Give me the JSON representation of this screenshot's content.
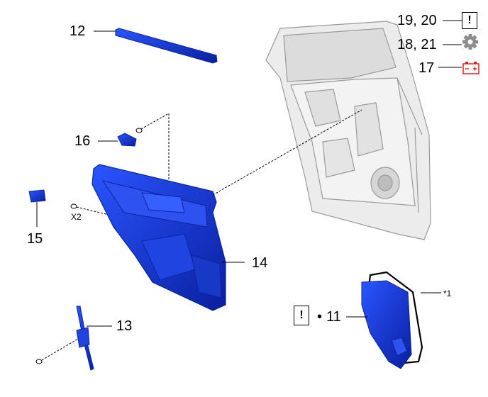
{
  "labels": {
    "l12": "12",
    "l16": "16",
    "l15": "15",
    "l14": "14",
    "l13": "13",
    "l11": "11",
    "bullet": "•",
    "x2": "X2",
    "star1": "*1",
    "l19_20": "19, 20",
    "l18_21": "18, 21",
    "l17": "17"
  },
  "icons": {
    "caution_glyph": "!",
    "caution": "caution-icon",
    "gear": "gear-icon",
    "battery": "battery-icon"
  },
  "colors": {
    "part_blue": "#1a3fd6",
    "part_blue_dark": "#0b24a0",
    "gear_gray": "#8c8c8c",
    "battery_red": "#e02020",
    "frame_gray": "#e8e8e8"
  }
}
